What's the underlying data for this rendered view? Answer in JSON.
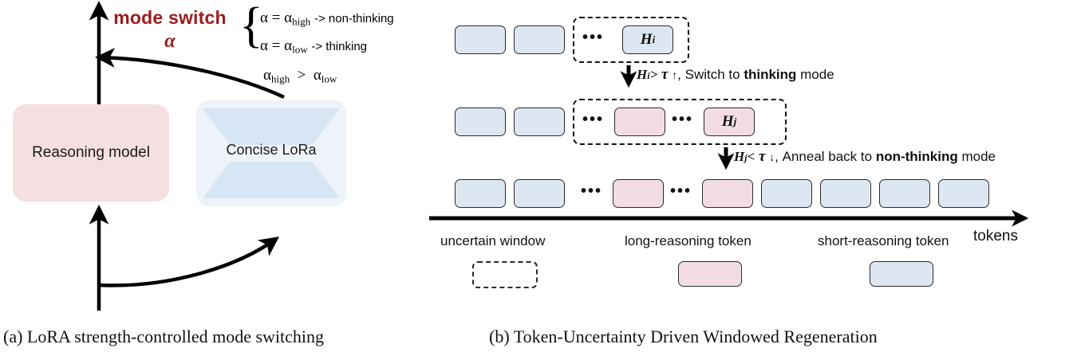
{
  "panel_a": {
    "mode_switch": {
      "title": "mode switch",
      "symbol": "α"
    },
    "equations": {
      "line1_lhs": "α = α",
      "line1_sub": "high",
      "line1_arrow": "-> non-thinking",
      "line2_lhs": "α = α",
      "line2_sub": "low",
      "line2_arrow": "-> thinking",
      "brace": "{",
      "inequality_lhs": "α",
      "inequality_lhs_sub": "high",
      "inequality_op": ">",
      "inequality_rhs": "α",
      "inequality_rhs_sub": "low"
    },
    "boxes": {
      "reasoning_model": "Reasoning model",
      "concise_lora": "Concise LoRa"
    },
    "colors": {
      "pink": "#f6dfe1",
      "blue": "#dce7f2",
      "lora_bg": "#eef3f9",
      "lora_trapezoid": "#d7e6f4",
      "accent_red": "#9c1c1c"
    },
    "caption": "(a) LoRA strength-controlled mode switching"
  },
  "panel_b": {
    "row1": {
      "tokens": [
        {
          "kind": "short",
          "label": ""
        },
        {
          "kind": "short",
          "label": ""
        },
        {
          "kind": "ellipsis",
          "label": "•••"
        },
        {
          "kind": "short",
          "label": "H",
          "sub": "i"
        }
      ],
      "window": "uncertain-window"
    },
    "step1": {
      "condition_var": "H",
      "condition_sub": "i",
      "condition_op": ">",
      "condition_tau": "τ",
      "condition_dir": "↑",
      "text_before": ", Switch to ",
      "emphasis": "thinking",
      "text_after": " mode"
    },
    "row2": {
      "tokens": [
        {
          "kind": "short",
          "label": ""
        },
        {
          "kind": "short",
          "label": ""
        },
        {
          "kind": "ellipsis",
          "label": "•••"
        },
        {
          "kind": "long",
          "label": ""
        },
        {
          "kind": "ellipsis",
          "label": "•••"
        },
        {
          "kind": "long",
          "label": "H",
          "sub": "j"
        }
      ]
    },
    "step2": {
      "condition_var": "H",
      "condition_sub": "j",
      "condition_op": "<",
      "condition_tau": "τ",
      "condition_dir": "↓",
      "text_before": ", Anneal back to ",
      "emphasis": "non-thinking",
      "text_after": " mode"
    },
    "row3": {
      "tokens": [
        {
          "kind": "short"
        },
        {
          "kind": "short"
        },
        {
          "kind": "ellipsis",
          "label": "•••"
        },
        {
          "kind": "long"
        },
        {
          "kind": "ellipsis",
          "label": "•••"
        },
        {
          "kind": "long"
        },
        {
          "kind": "short"
        },
        {
          "kind": "short"
        },
        {
          "kind": "short"
        },
        {
          "kind": "short"
        }
      ]
    },
    "axis_label": "tokens",
    "legend": [
      {
        "label": "uncertain window",
        "style": "dashed"
      },
      {
        "label": "long-reasoning token",
        "style": "pink"
      },
      {
        "label": "short-reasoning token",
        "style": "blue"
      }
    ],
    "caption": "(b) Token-Uncertainty Driven Windowed Regeneration"
  }
}
